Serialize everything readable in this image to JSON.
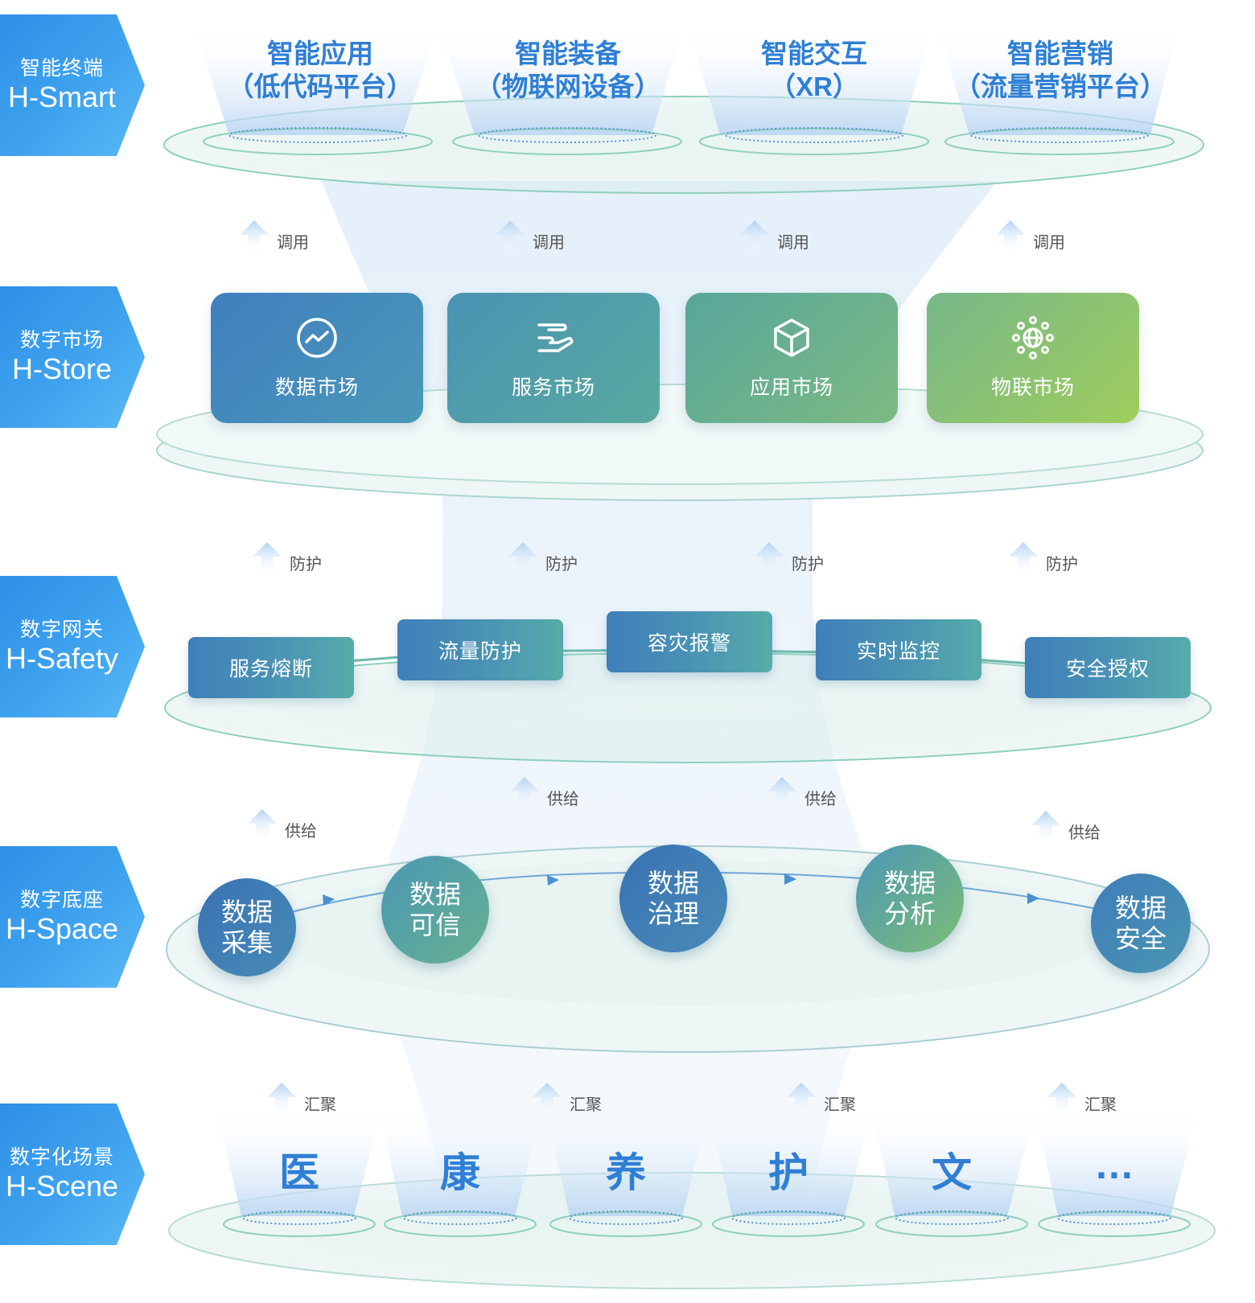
{
  "layers": [
    {
      "cn": "智能终端",
      "en": "H-Smart"
    },
    {
      "cn": "数字市场",
      "en": "H-Store"
    },
    {
      "cn": "数字网关",
      "en": "H-Safety"
    },
    {
      "cn": "数字底座",
      "en": "H-Space"
    },
    {
      "cn": "数字化场景",
      "en": "H-Scene"
    }
  ],
  "smart_apps": [
    {
      "line1": "智能应用",
      "line2": "（低代码平台）"
    },
    {
      "line1": "智能装备",
      "line2": "（物联网设备）"
    },
    {
      "line1": "智能交互",
      "line2": "（XR）"
    },
    {
      "line1": "智能营销",
      "line2": "（流量营销平台）"
    }
  ],
  "arrows": {
    "call": "调用",
    "protect": "防护",
    "supply": "供给",
    "gather": "汇聚"
  },
  "store_items": [
    {
      "label": "数据市场",
      "icon": "chart-trend-icon",
      "color_from": "#3f7fbf",
      "color_to": "#4c98b8"
    },
    {
      "label": "服务市场",
      "icon": "hand-service-icon",
      "color_from": "#4a92b4",
      "color_to": "#59aa9f"
    },
    {
      "label": "应用市场",
      "icon": "cube-icon",
      "color_from": "#58a69c",
      "color_to": "#7dba82"
    },
    {
      "label": "物联市场",
      "icon": "globe-network-icon",
      "color_from": "#77b78a",
      "color_to": "#9fcd5c"
    }
  ],
  "gateway_items": [
    "服务熔断",
    "流量防护",
    "容灾报警",
    "实时监控",
    "安全授权"
  ],
  "space_nodes": [
    {
      "line1": "数据",
      "line2": "采集",
      "color_from": "#3a72b4",
      "color_to": "#478bb6"
    },
    {
      "line1": "数据",
      "line2": "可信",
      "color_from": "#4b97b6",
      "color_to": "#66b18f"
    },
    {
      "line1": "数据",
      "line2": "治理",
      "color_from": "#3a72b4",
      "color_to": "#478bb6"
    },
    {
      "line1": "数据",
      "line2": "分析",
      "color_from": "#4b97b6",
      "color_to": "#7dbd77"
    },
    {
      "line1": "数据",
      "line2": "安全",
      "color_from": "#3f7dba",
      "color_to": "#4a95b2"
    }
  ],
  "scenes": [
    "医",
    "康",
    "养",
    "护",
    "文",
    "…"
  ],
  "colors": {
    "accent_blue": "#2f7fd4",
    "tag_blue": "#3a9cec",
    "ring_teal": "#7cc4b8"
  }
}
